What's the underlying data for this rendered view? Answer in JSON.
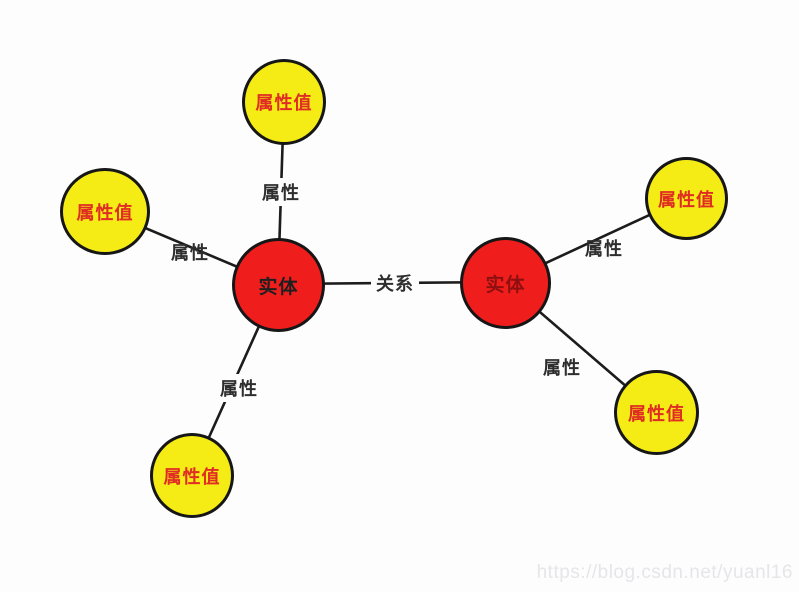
{
  "diagram": {
    "nodes": {
      "entity_left": {
        "label": "实体",
        "fill": "#f01d1d",
        "text_color": "#1f1f1f"
      },
      "entity_right": {
        "label": "实体",
        "fill": "#f01d1d",
        "text_color": "#8d1010"
      },
      "attr_top": {
        "label": "属性值",
        "fill": "#f5ec16",
        "text_color": "#e02d24"
      },
      "attr_left": {
        "label": "属性值",
        "fill": "#f5ec16",
        "text_color": "#e02d24"
      },
      "attr_bottom_left": {
        "label": "属性值",
        "fill": "#f5ec16",
        "text_color": "#e02d24"
      },
      "attr_right_top": {
        "label": "属性值",
        "fill": "#f5ec16",
        "text_color": "#e02d24"
      },
      "attr_right_bottom": {
        "label": "属性值",
        "fill": "#f5ec16",
        "text_color": "#e02d24"
      }
    },
    "edge_labels": {
      "left_top": "属性",
      "left_side": "属性",
      "left_bottom": "属性",
      "relation": "关系",
      "right_top": "属性",
      "right_bottom": "属性"
    },
    "colors": {
      "line": "#1c1c1c",
      "node_border": "#161616",
      "background": "#fdfdfe"
    }
  },
  "watermark": {
    "text": "https://blog.csdn.net/yuanl16"
  }
}
